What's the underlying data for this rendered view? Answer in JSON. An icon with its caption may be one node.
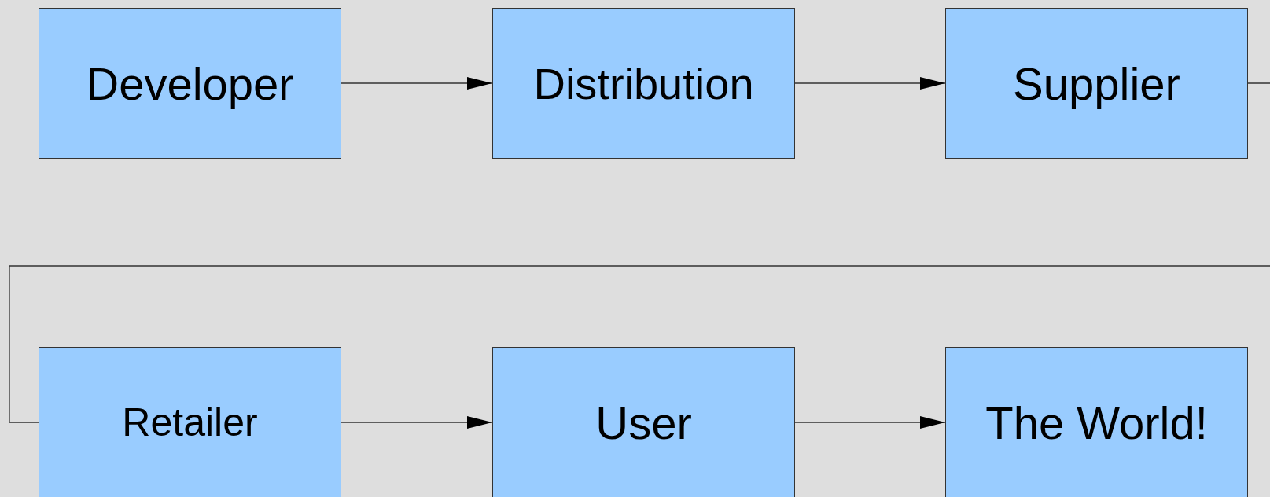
{
  "diagram": {
    "nodes": [
      {
        "text": [
          "Developer"
        ]
      },
      {
        "text": [
          "Distribution"
        ]
      },
      {
        "text": [
          "Supplier"
        ]
      },
      {
        "text": [
          "Retailer"
        ]
      },
      {
        "text": [
          "User"
        ]
      },
      {
        "text": [
          "The World!"
        ]
      }
    ],
    "edges": [
      {
        "from": 0,
        "to": 1,
        "arrow": "to"
      },
      {
        "from": 1,
        "to": 2,
        "arrow": "to"
      },
      {
        "from": 2,
        "to": 3,
        "arrow": "none"
      },
      {
        "from": 3,
        "to": 4,
        "arrow": "to"
      },
      {
        "from": 4,
        "to": 5,
        "arrow": "to"
      }
    ]
  }
}
